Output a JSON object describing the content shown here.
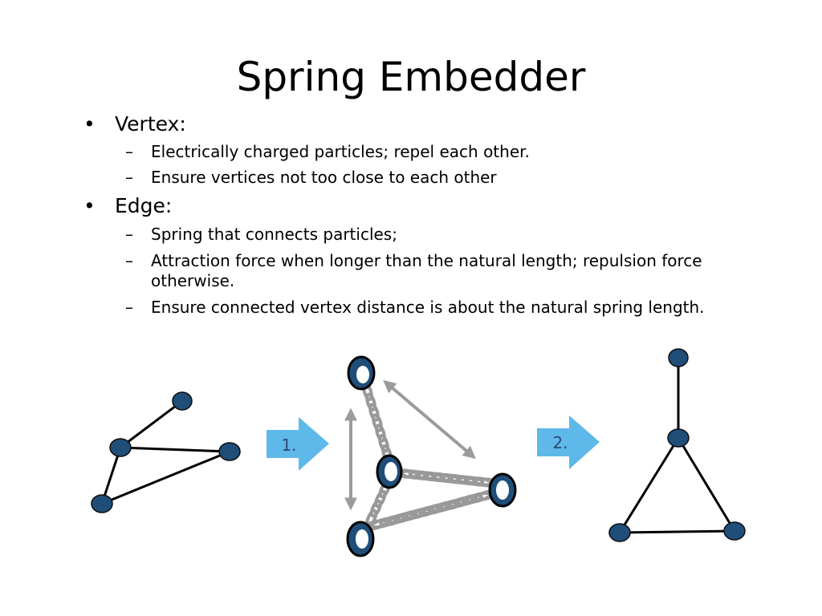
{
  "slide": {
    "title": "Spring Embedder",
    "bullets": [
      {
        "label": "Vertex:",
        "subs": [
          "Electrically charged particles; repel each other.",
          "Ensure vertices not too close to each other"
        ]
      },
      {
        "label": "Edge:",
        "subs": [
          "Spring that connects particles;",
          "Attraction force when longer than the natural length; repulsion force otherwise.",
          "Ensure connected vertex distance is about the natural spring length."
        ]
      }
    ]
  },
  "diagram": {
    "step_labels": [
      "1.",
      "2."
    ],
    "colors": {
      "node_fill": "#1f4e79",
      "node_stroke": "#0d0d0d",
      "spring": "#999999",
      "step_arrow": "#5fb8ea",
      "force_arrow": "#9b9b9b",
      "edge": "#000000"
    }
  }
}
